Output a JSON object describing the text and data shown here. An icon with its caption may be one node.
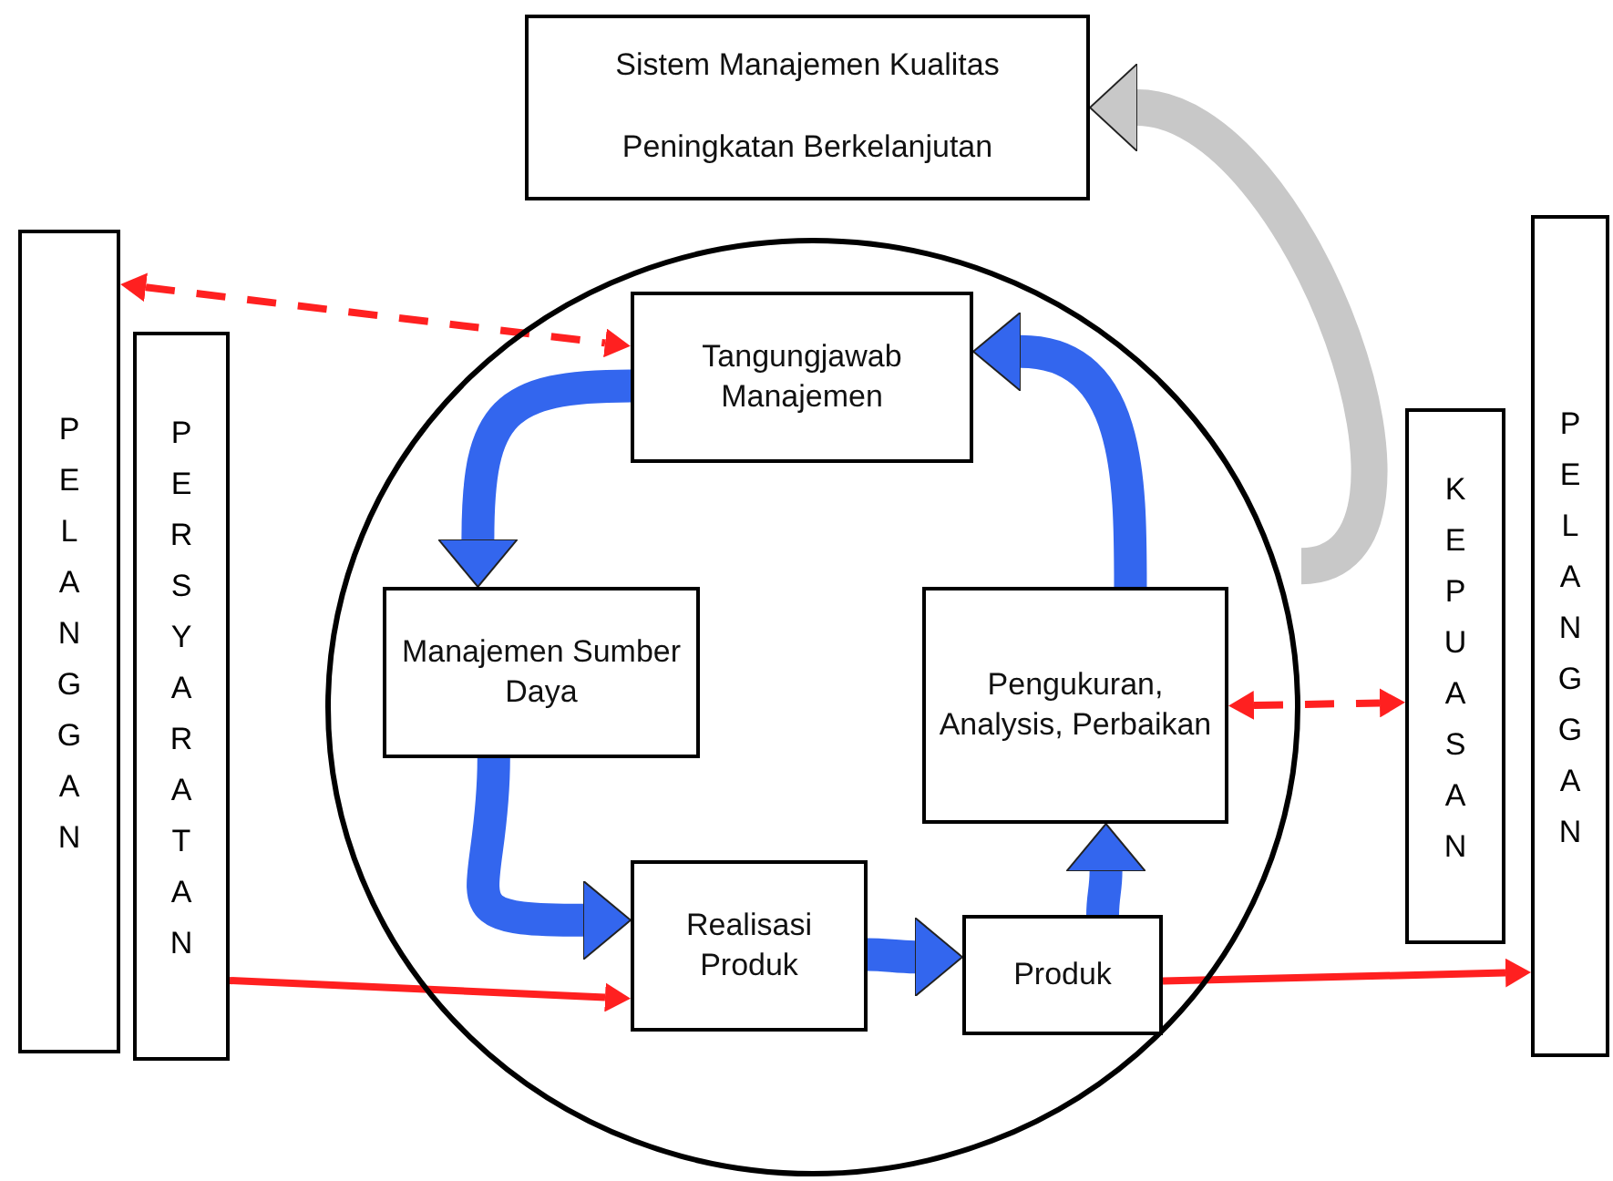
{
  "diagram": {
    "nodes": [
      {
        "text": [
          "Sistem Manajemen Kualitas",
          "Peningkatan Berkelanjutan"
        ]
      },
      {
        "text": [
          "PELANGGAN"
        ]
      },
      {
        "text": [
          "PERSYARATAN"
        ]
      },
      {
        "text": [],
        "shape": "circle"
      },
      {
        "text": [
          "Tangungjawab Manajemen"
        ],
        "in": 3
      },
      {
        "text": [
          "Manajemen Sumber Daya"
        ],
        "in": 3
      },
      {
        "text": [
          "Pengukuran, Analysis, Perbaikan"
        ],
        "in": 3
      },
      {
        "text": [
          "Realisasi Produk"
        ],
        "in": 3
      },
      {
        "text": [
          "Produk"
        ],
        "in": 3
      },
      {
        "text": [
          "KEPUASAN"
        ]
      },
      {
        "text": [
          "PELANGGAN"
        ]
      }
    ],
    "edges": [
      {
        "from": 4,
        "to": 5,
        "arrow": "to"
      },
      {
        "from": 5,
        "to": 7,
        "arrow": "to"
      },
      {
        "from": 7,
        "to": 8,
        "arrow": "to"
      },
      {
        "from": 8,
        "to": 6,
        "arrow": "to"
      },
      {
        "from": 6,
        "to": 4,
        "arrow": "to"
      },
      {
        "from": 3,
        "to": 0,
        "arrow": "to",
        "color": "#c8c8c8"
      },
      {
        "from": 1,
        "to": 4,
        "arrow": "both",
        "style": "dashed",
        "color": "#ff2020"
      },
      {
        "from": 2,
        "to": 7,
        "arrow": "to",
        "color": "#ff2020"
      },
      {
        "from": 8,
        "to": 10,
        "arrow": "to",
        "color": "#ff2020"
      },
      {
        "from": 6,
        "to": 9,
        "arrow": "both",
        "style": "dashed",
        "color": "#ff2020"
      }
    ]
  }
}
